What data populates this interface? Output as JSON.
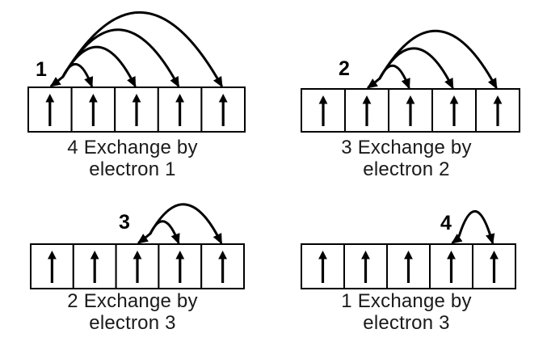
{
  "figure": {
    "background_color": "#ffffff",
    "ink_color": "#000000",
    "orbital_boxes_per_row": 5,
    "spin_direction": "up"
  },
  "panels": [
    {
      "electron_label": "1",
      "exchange_count": 4,
      "caption_line1": "4 Exchange by",
      "caption_line2": "electron 1",
      "spins": [
        "up",
        "up",
        "up",
        "up",
        "up"
      ],
      "exchange": {
        "source_box": 1,
        "target_boxes": [
          2,
          3,
          4,
          5
        ]
      }
    },
    {
      "electron_label": "2",
      "exchange_count": 3,
      "caption_line1": "3 Exchange by",
      "caption_line2": "electron 2",
      "spins": [
        "up",
        "up",
        "up",
        "up",
        "up"
      ],
      "exchange": {
        "source_box": 2,
        "target_boxes": [
          3,
          4,
          5
        ]
      }
    },
    {
      "electron_label": "3",
      "exchange_count": 2,
      "caption_line1": "2 Exchange by",
      "caption_line2": "electron 3",
      "spins": [
        "up",
        "up",
        "up",
        "up",
        "up"
      ],
      "exchange": {
        "source_box": 3,
        "target_boxes": [
          4,
          5
        ]
      }
    },
    {
      "electron_label": "4",
      "exchange_count": 1,
      "caption_line1": "1 Exchange by",
      "caption_line2": "electron 3",
      "spins": [
        "up",
        "up",
        "up",
        "up",
        "up"
      ],
      "exchange": {
        "source_box": 4,
        "target_boxes": [
          5
        ]
      }
    }
  ]
}
